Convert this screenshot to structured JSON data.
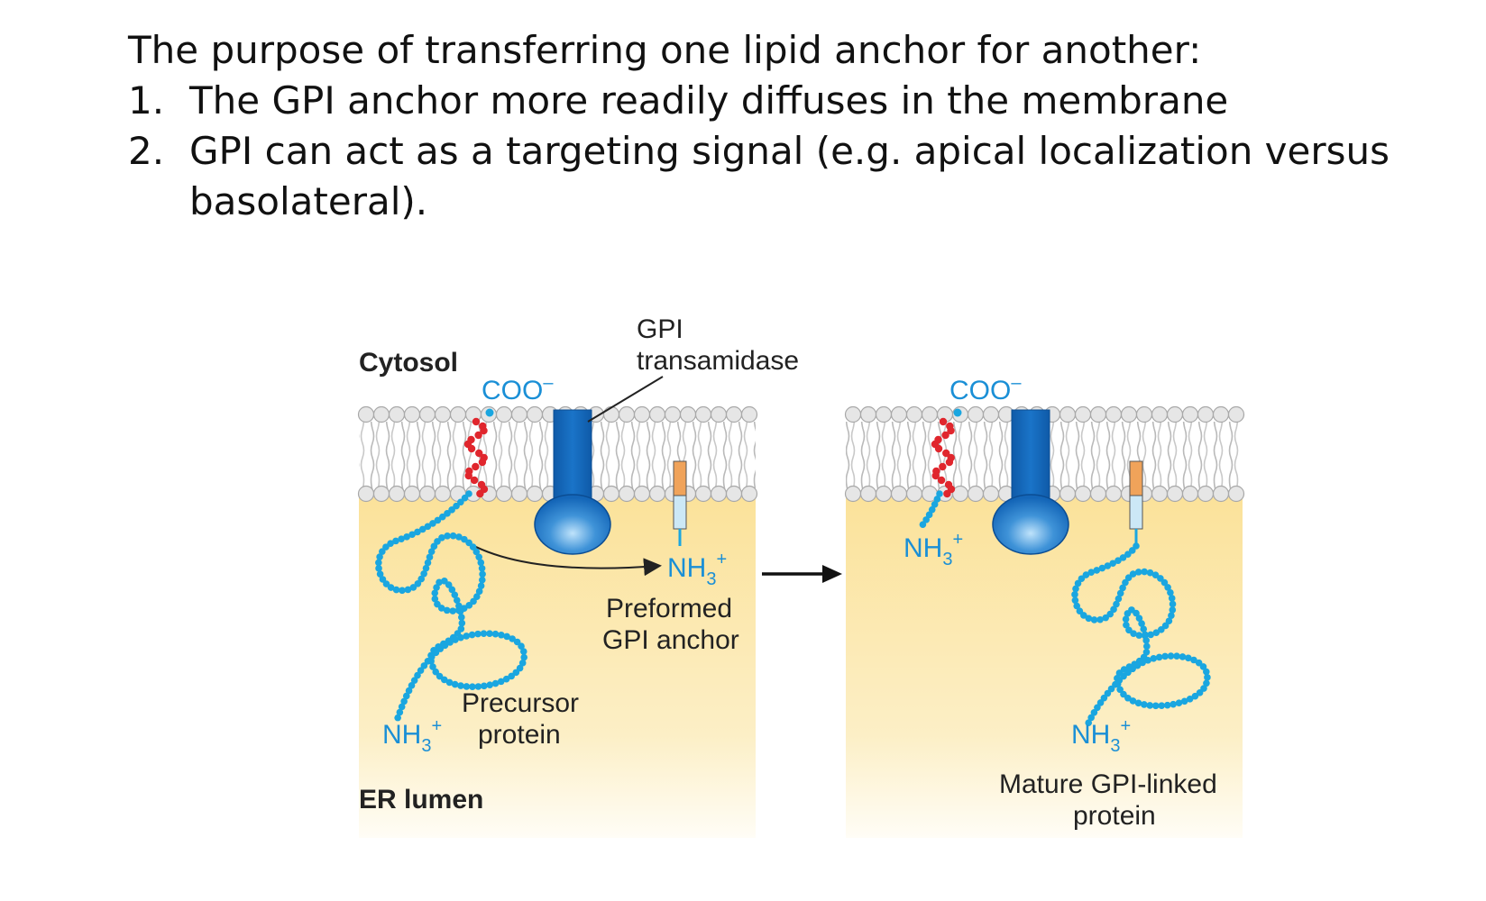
{
  "slide": {
    "heading": "The purpose of transferring one lipid anchor for another:",
    "points": [
      {
        "number": "1.",
        "text": "The GPI anchor more readily diffuses in the membrane"
      },
      {
        "number": "2.",
        "text": "GPI can act as a targeting signal (e.g. apical localization versus basolateral)."
      }
    ]
  },
  "figure": {
    "left_panel": {
      "cytosol_label": "Cytosol",
      "er_lumen_label": "ER lumen",
      "coo_label": "COO",
      "coo_charge": "–",
      "enzyme_label_line1": "GPI",
      "enzyme_label_line2": "transamidase",
      "nh3_base": "NH",
      "nh3_sub": "3",
      "nh3_charge": "+",
      "anchor_label_line1": "Preformed",
      "anchor_label_line2": "GPI anchor",
      "precursor_label_line1": "Precursor",
      "precursor_label_line2": "protein"
    },
    "right_panel": {
      "coo_label": "COO",
      "coo_charge": "–",
      "nh3_base": "NH",
      "nh3_sub": "3",
      "nh3_charge": "+",
      "mature_label_line1": "Mature GPI-linked",
      "mature_label_line2": "protein"
    },
    "colors": {
      "lumen": "#fbe7a6",
      "membrane": "#d2d2d2",
      "protein_chain": "#1aa6e0",
      "helix": "#e0262d",
      "enzyme": "#1466b8",
      "anchor_top": "#f0a35a",
      "anchor_bottom": "#cce8f6"
    }
  }
}
